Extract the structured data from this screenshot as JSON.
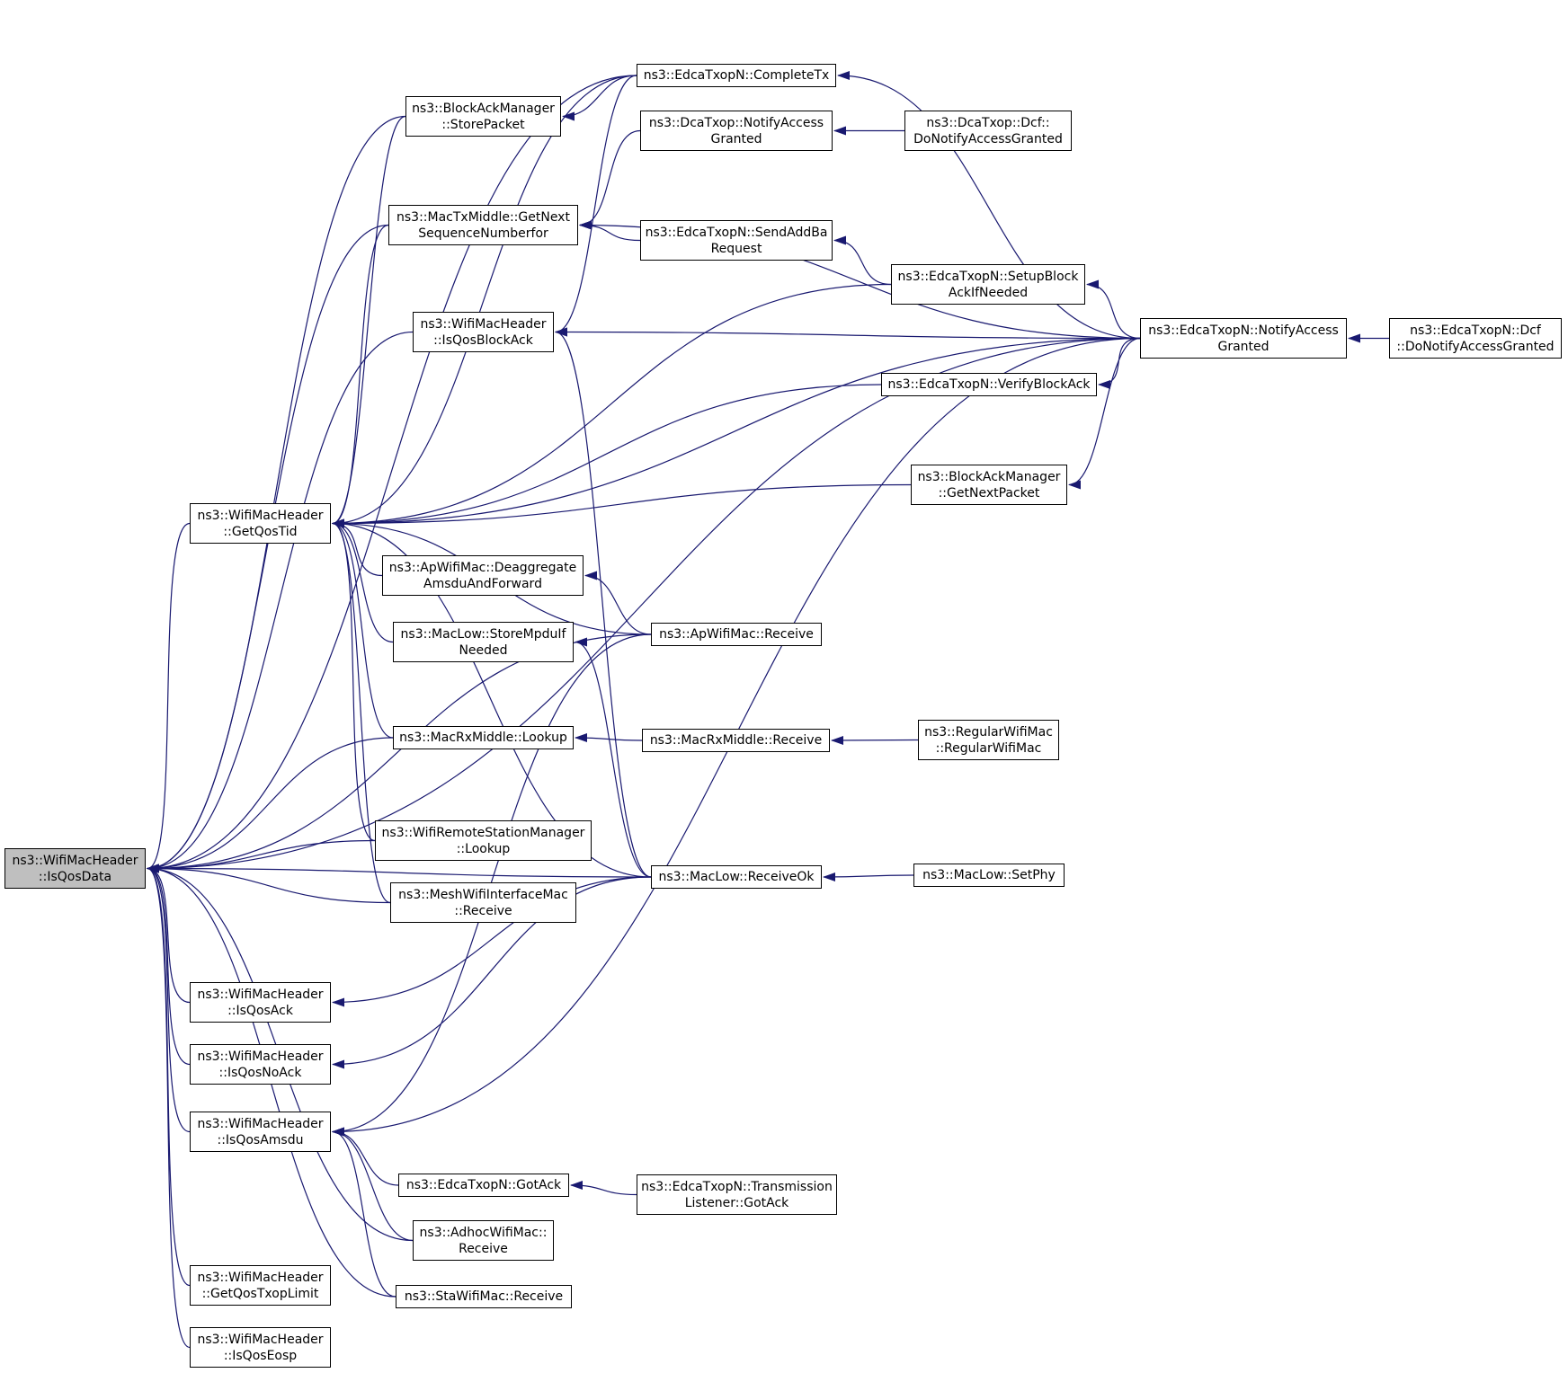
{
  "colors": {
    "edge": "#191970",
    "root_fill": "#bfbfbf",
    "node_fill": "#ffffff",
    "border": "#000000"
  },
  "nodes": [
    {
      "id": "root",
      "lines": [
        "ns3::WifiMacHeader",
        "::IsQosData"
      ],
      "root": true
    },
    {
      "id": "getQosTid",
      "lines": [
        "ns3::WifiMacHeader",
        "::GetQosTid"
      ]
    },
    {
      "id": "isQosAck",
      "lines": [
        "ns3::WifiMacHeader",
        "::IsQosAck"
      ]
    },
    {
      "id": "isQosNoAck",
      "lines": [
        "ns3::WifiMacHeader",
        "::IsQosNoAck"
      ]
    },
    {
      "id": "isQosAmsdu",
      "lines": [
        "ns3::WifiMacHeader",
        "::IsQosAmsdu"
      ]
    },
    {
      "id": "getQosTxopLimit",
      "lines": [
        "ns3::WifiMacHeader",
        "::GetQosTxopLimit"
      ]
    },
    {
      "id": "isQosEosp",
      "lines": [
        "ns3::WifiMacHeader",
        "::IsQosEosp"
      ]
    },
    {
      "id": "bamStorePacket",
      "lines": [
        "ns3::BlockAckManager",
        "::StorePacket"
      ]
    },
    {
      "id": "macTxGetNext",
      "lines": [
        "ns3::MacTxMiddle::GetNext",
        "SequenceNumberfor"
      ]
    },
    {
      "id": "isQosBlockAck",
      "lines": [
        "ns3::WifiMacHeader",
        "::IsQosBlockAck"
      ]
    },
    {
      "id": "apDeaggregate",
      "lines": [
        "ns3::ApWifiMac::Deaggregate",
        "AmsduAndForward"
      ]
    },
    {
      "id": "macLowStoreMpdu",
      "lines": [
        "ns3::MacLow::StoreMpduIf",
        "Needed"
      ]
    },
    {
      "id": "macRxLookup",
      "lines": [
        "ns3::MacRxMiddle::Lookup"
      ]
    },
    {
      "id": "wrsmLookup",
      "lines": [
        "ns3::WifiRemoteStationManager",
        "::Lookup"
      ]
    },
    {
      "id": "meshReceive",
      "lines": [
        "ns3::MeshWifiInterfaceMac",
        "::Receive"
      ]
    },
    {
      "id": "edcaGotAck",
      "lines": [
        "ns3::EdcaTxopN::GotAck"
      ]
    },
    {
      "id": "adhocReceive",
      "lines": [
        "ns3::AdhocWifiMac::",
        "Receive"
      ]
    },
    {
      "id": "staReceive",
      "lines": [
        "ns3::StaWifiMac::Receive"
      ]
    },
    {
      "id": "edcaCompleteTx",
      "lines": [
        "ns3::EdcaTxopN::CompleteTx"
      ]
    },
    {
      "id": "dcaNotify",
      "lines": [
        "ns3::DcaTxop::NotifyAccess",
        "Granted"
      ]
    },
    {
      "id": "edcaSendAddBa",
      "lines": [
        "ns3::EdcaTxopN::SendAddBa",
        "Request"
      ]
    },
    {
      "id": "apReceive",
      "lines": [
        "ns3::ApWifiMac::Receive"
      ]
    },
    {
      "id": "macRxReceive",
      "lines": [
        "ns3::MacRxMiddle::Receive"
      ]
    },
    {
      "id": "macLowReceiveOk",
      "lines": [
        "ns3::MacLow::ReceiveOk"
      ]
    },
    {
      "id": "edcaTLGotAck",
      "lines": [
        "ns3::EdcaTxopN::Transmission",
        "Listener::GotAck"
      ]
    },
    {
      "id": "dcaDcfNotify",
      "lines": [
        "ns3::DcaTxop::Dcf::",
        "DoNotifyAccessGranted"
      ]
    },
    {
      "id": "edcaSetupBlockAck",
      "lines": [
        "ns3::EdcaTxopN::SetupBlock",
        "AckIfNeeded"
      ]
    },
    {
      "id": "edcaVerifyBlockAck",
      "lines": [
        "ns3::EdcaTxopN::VerifyBlockAck"
      ]
    },
    {
      "id": "bamGetNextPacket",
      "lines": [
        "ns3::BlockAckManager",
        "::GetNextPacket"
      ]
    },
    {
      "id": "regularWifiMac",
      "lines": [
        "ns3::RegularWifiMac",
        "::RegularWifiMac"
      ]
    },
    {
      "id": "macLowSetPhy",
      "lines": [
        "ns3::MacLow::SetPhy"
      ]
    },
    {
      "id": "edcaNotify",
      "lines": [
        "ns3::EdcaTxopN::NotifyAccess",
        "Granted"
      ]
    },
    {
      "id": "edcaDcfNotify",
      "lines": [
        "ns3::EdcaTxopN::Dcf",
        "::DoNotifyAccessGranted"
      ]
    }
  ],
  "edges": [
    [
      "getQosTid",
      "root"
    ],
    [
      "isQosAck",
      "root"
    ],
    [
      "isQosNoAck",
      "root"
    ],
    [
      "isQosAmsdu",
      "root"
    ],
    [
      "getQosTxopLimit",
      "root"
    ],
    [
      "isQosEosp",
      "root"
    ],
    [
      "bamStorePacket",
      "root"
    ],
    [
      "macTxGetNext",
      "root"
    ],
    [
      "isQosBlockAck",
      "root"
    ],
    [
      "macRxLookup",
      "root"
    ],
    [
      "wrsmLookup",
      "root"
    ],
    [
      "meshReceive",
      "root"
    ],
    [
      "adhocReceive",
      "root"
    ],
    [
      "staReceive",
      "root"
    ],
    [
      "edcaCompleteTx",
      "root"
    ],
    [
      "edcaNotify",
      "root"
    ],
    [
      "apReceive",
      "root"
    ],
    [
      "macLowReceiveOk",
      "root"
    ],
    [
      "bamStorePacket",
      "getQosTid"
    ],
    [
      "macTxGetNext",
      "getQosTid"
    ],
    [
      "edcaCompleteTx",
      "getQosTid"
    ],
    [
      "edcaSetupBlockAck",
      "getQosTid"
    ],
    [
      "edcaVerifyBlockAck",
      "getQosTid"
    ],
    [
      "bamGetNextPacket",
      "getQosTid"
    ],
    [
      "edcaNotify",
      "getQosTid"
    ],
    [
      "apDeaggregate",
      "getQosTid"
    ],
    [
      "macLowStoreMpdu",
      "getQosTid"
    ],
    [
      "macRxLookup",
      "getQosTid"
    ],
    [
      "wrsmLookup",
      "getQosTid"
    ],
    [
      "meshReceive",
      "getQosTid"
    ],
    [
      "apReceive",
      "getQosTid"
    ],
    [
      "macLowReceiveOk",
      "getQosTid"
    ],
    [
      "edcaCompleteTx",
      "bamStorePacket"
    ],
    [
      "dcaNotify",
      "macTxGetNext"
    ],
    [
      "edcaSendAddBa",
      "macTxGetNext"
    ],
    [
      "edcaNotify",
      "macTxGetNext"
    ],
    [
      "edcaCompleteTx",
      "isQosBlockAck"
    ],
    [
      "edcaNotify",
      "isQosBlockAck"
    ],
    [
      "macLowReceiveOk",
      "isQosBlockAck"
    ],
    [
      "apReceive",
      "apDeaggregate"
    ],
    [
      "macLowReceiveOk",
      "macLowStoreMpdu"
    ],
    [
      "macRxReceive",
      "macRxLookup"
    ],
    [
      "macLowReceiveOk",
      "isQosAck"
    ],
    [
      "macLowReceiveOk",
      "isQosNoAck"
    ],
    [
      "apReceive",
      "isQosAmsdu"
    ],
    [
      "edcaNotify",
      "isQosAmsdu"
    ],
    [
      "edcaGotAck",
      "isQosAmsdu"
    ],
    [
      "adhocReceive",
      "isQosAmsdu"
    ],
    [
      "staReceive",
      "isQosAmsdu"
    ],
    [
      "edcaTLGotAck",
      "edcaGotAck"
    ],
    [
      "edcaNotify",
      "edcaCompleteTx"
    ],
    [
      "dcaDcfNotify",
      "dcaNotify"
    ],
    [
      "edcaSetupBlockAck",
      "edcaSendAddBa"
    ],
    [
      "edcaNotify",
      "edcaSetupBlockAck"
    ],
    [
      "edcaNotify",
      "edcaVerifyBlockAck"
    ],
    [
      "edcaNotify",
      "bamGetNextPacket"
    ],
    [
      "regularWifiMac",
      "macRxReceive"
    ],
    [
      "macLowSetPhy",
      "macLowReceiveOk"
    ],
    [
      "edcaDcfNotify",
      "edcaNotify"
    ]
  ]
}
